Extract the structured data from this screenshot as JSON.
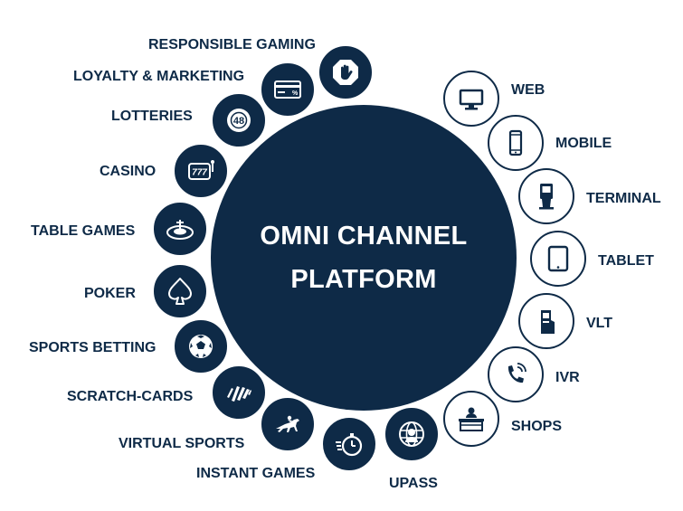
{
  "center": {
    "line1": "OMNI CHANNEL",
    "line2": "PLATFORM"
  },
  "left_nodes": [
    {
      "label": "RESPONSIBLE GAMING",
      "icon": "stop-hand-icon"
    },
    {
      "label": "LOYALTY & MARKETING",
      "icon": "voucher-icon"
    },
    {
      "label": "LOTTERIES",
      "icon": "lottery-ball-icon",
      "icon_text": "48"
    },
    {
      "label": "CASINO",
      "icon": "slot-machine-icon",
      "icon_text": "777"
    },
    {
      "label": "TABLE GAMES",
      "icon": "roulette-icon"
    },
    {
      "label": "POKER",
      "icon": "spade-icon"
    },
    {
      "label": "SPORTS BETTING",
      "icon": "soccer-ball-icon"
    },
    {
      "label": "SCRATCH-CARDS",
      "icon": "scratch-card-icon"
    },
    {
      "label": "VIRTUAL SPORTS",
      "icon": "horse-racing-icon"
    },
    {
      "label": "INSTANT GAMES",
      "icon": "stopwatch-icon"
    },
    {
      "label": "UPASS",
      "icon": "globe-user-icon"
    }
  ],
  "right_nodes": [
    {
      "label": "WEB",
      "icon": "monitor-icon"
    },
    {
      "label": "MOBILE",
      "icon": "smartphone-icon"
    },
    {
      "label": "TERMINAL",
      "icon": "terminal-icon"
    },
    {
      "label": "TABLET",
      "icon": "tablet-icon"
    },
    {
      "label": "VLT",
      "icon": "vlt-machine-icon"
    },
    {
      "label": "IVR",
      "icon": "phone-call-icon"
    },
    {
      "label": "SHOPS",
      "icon": "shop-counter-icon"
    }
  ],
  "colors": {
    "navy": "#0e2a47",
    "white": "#ffffff"
  }
}
